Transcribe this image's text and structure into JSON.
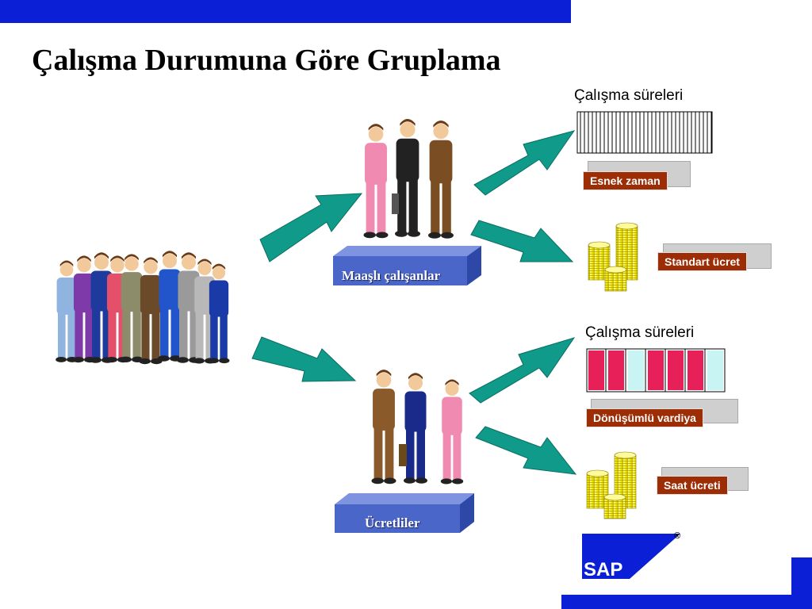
{
  "slide": {
    "title": "Çalışma Durumuna Göre Gruplama"
  },
  "groups": {
    "salaried": {
      "platform_label": "Maaşlı çalışanlar",
      "hours_heading": "Çalışma süreleri",
      "schedule_tag": "Esnek zaman",
      "pay_tag": "Standart ücret"
    },
    "hourly": {
      "platform_label": "Ücretliler",
      "hours_heading": "Çalışma süreleri",
      "schedule_tag": "Dönüşümlü  vardiya",
      "pay_tag": "Saat ücreti"
    }
  },
  "logo": {
    "text": "SAP",
    "registered": "®"
  },
  "colors": {
    "brand_blue": "#0a1fd6",
    "arrow_teal": "#0f9a8a",
    "platform_blue": "#4a66c8",
    "tag_brown": "#9c2d05",
    "coin_yellow": "#f2e600",
    "shift_pink": "#e8205a",
    "shift_cyan": "#c8f4f4"
  },
  "icons": [
    "crowd-illustration",
    "people-group-icon",
    "arrow-icon",
    "timesheet-bars-icon",
    "coin-stack-icon",
    "sap-logo"
  ]
}
